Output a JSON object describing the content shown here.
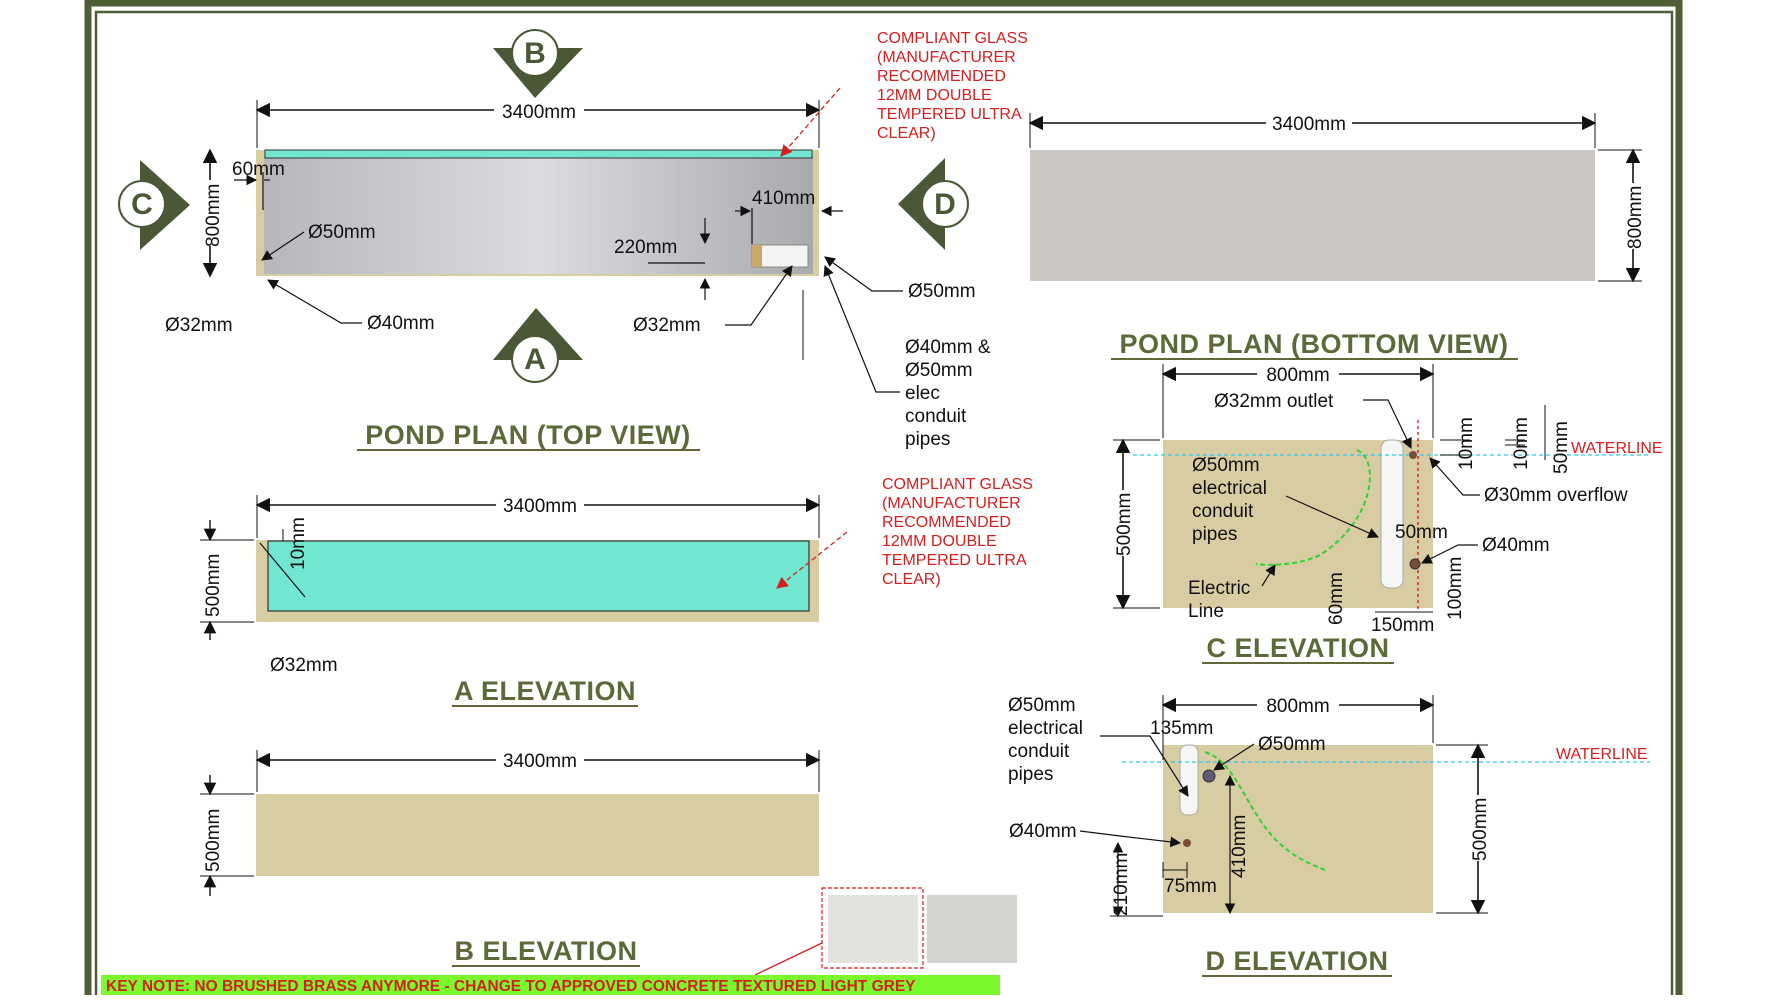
{
  "colors": {
    "frame": "#4e5e36",
    "title": "#5c6a3a",
    "concrete_beige": "#d8cda2",
    "glass": "#71e6d1",
    "top_concrete": "#c7c6c3",
    "bottom_concrete": "#cbc8c4",
    "note_bg": "#7cf92c",
    "note_text": "#d41f1f",
    "red": "#d41f1f",
    "waterline": "#35c8e8",
    "electric_line": "#34d03c"
  },
  "top_view": {
    "title": "POND PLAN (TOP VIEW)",
    "marker_b": "B",
    "marker_c": "C",
    "marker_d": "D",
    "marker_a": "A",
    "dim_length": "3400mm",
    "dim_width": "800mm",
    "dim_60": "60mm",
    "dim_410": "410mm",
    "dim_220": "220mm",
    "dia_50_inner": "Ø50mm",
    "dia_32_left": "Ø32mm",
    "dia_40": "Ø40mm",
    "dia_32_right": "Ø32mm",
    "dia_50_right": "Ø50mm",
    "conduit_note": [
      "Ø40mm &",
      "Ø50mm",
      "elec",
      "conduit",
      "pipes"
    ],
    "glass_note": [
      "COMPLIANT GLASS",
      "(MANUFACTURER",
      "RECOMMENDED",
      "12MM DOUBLE",
      "TEMPERED ULTRA",
      "CLEAR)"
    ]
  },
  "bottom_view": {
    "title": "POND PLAN (BOTTOM VIEW)",
    "dim_length": "3400mm",
    "dim_width": "800mm"
  },
  "a_elevation": {
    "title": "A ELEVATION",
    "dim_length": "3400mm",
    "dim_height": "500mm",
    "dim_10": "10mm",
    "dia_32": "Ø32mm",
    "glass_note": [
      "COMPLIANT GLASS",
      "(MANUFACTURER",
      "RECOMMENDED",
      "12MM DOUBLE",
      "TEMPERED ULTRA",
      "CLEAR)"
    ]
  },
  "b_elevation": {
    "title": "B ELEVATION",
    "dim_length": "3400mm",
    "dim_height": "500mm"
  },
  "c_elevation": {
    "title": "C ELEVATION",
    "dim_width": "800mm",
    "outlet": "Ø32mm outlet",
    "dim_10a": "10mm",
    "dim_10b": "10mm",
    "dim_50v": "50mm",
    "waterline": "WATERLINE",
    "conduit_note": [
      "Ø50mm",
      "electrical",
      "conduit",
      "pipes"
    ],
    "overflow": "Ø30mm overflow",
    "dim_50h": "50mm",
    "dia_40": "Ø40mm",
    "dim_height": "500mm",
    "electric_line": [
      "Electric",
      "Line"
    ],
    "dim_60": "60mm",
    "dim_150": "150mm",
    "dim_100": "100mm"
  },
  "d_elevation": {
    "title": "D ELEVATION",
    "conduit_note": [
      "Ø50mm",
      "electrical",
      "conduit",
      "pipes"
    ],
    "dim_135": "135mm",
    "dim_width": "800mm",
    "dia_50": "Ø50mm",
    "waterline": "WATERLINE",
    "dia_40": "Ø40mm",
    "dim_410": "410mm",
    "dim_height": "500mm",
    "dim_210": "210mm",
    "dim_75": "75mm"
  },
  "key_note": "KEY NOTE: NO BRUSHED BRASS ANYMORE - CHANGE TO APPROVED CONCRETE TEXTURED  LIGHT GREY"
}
